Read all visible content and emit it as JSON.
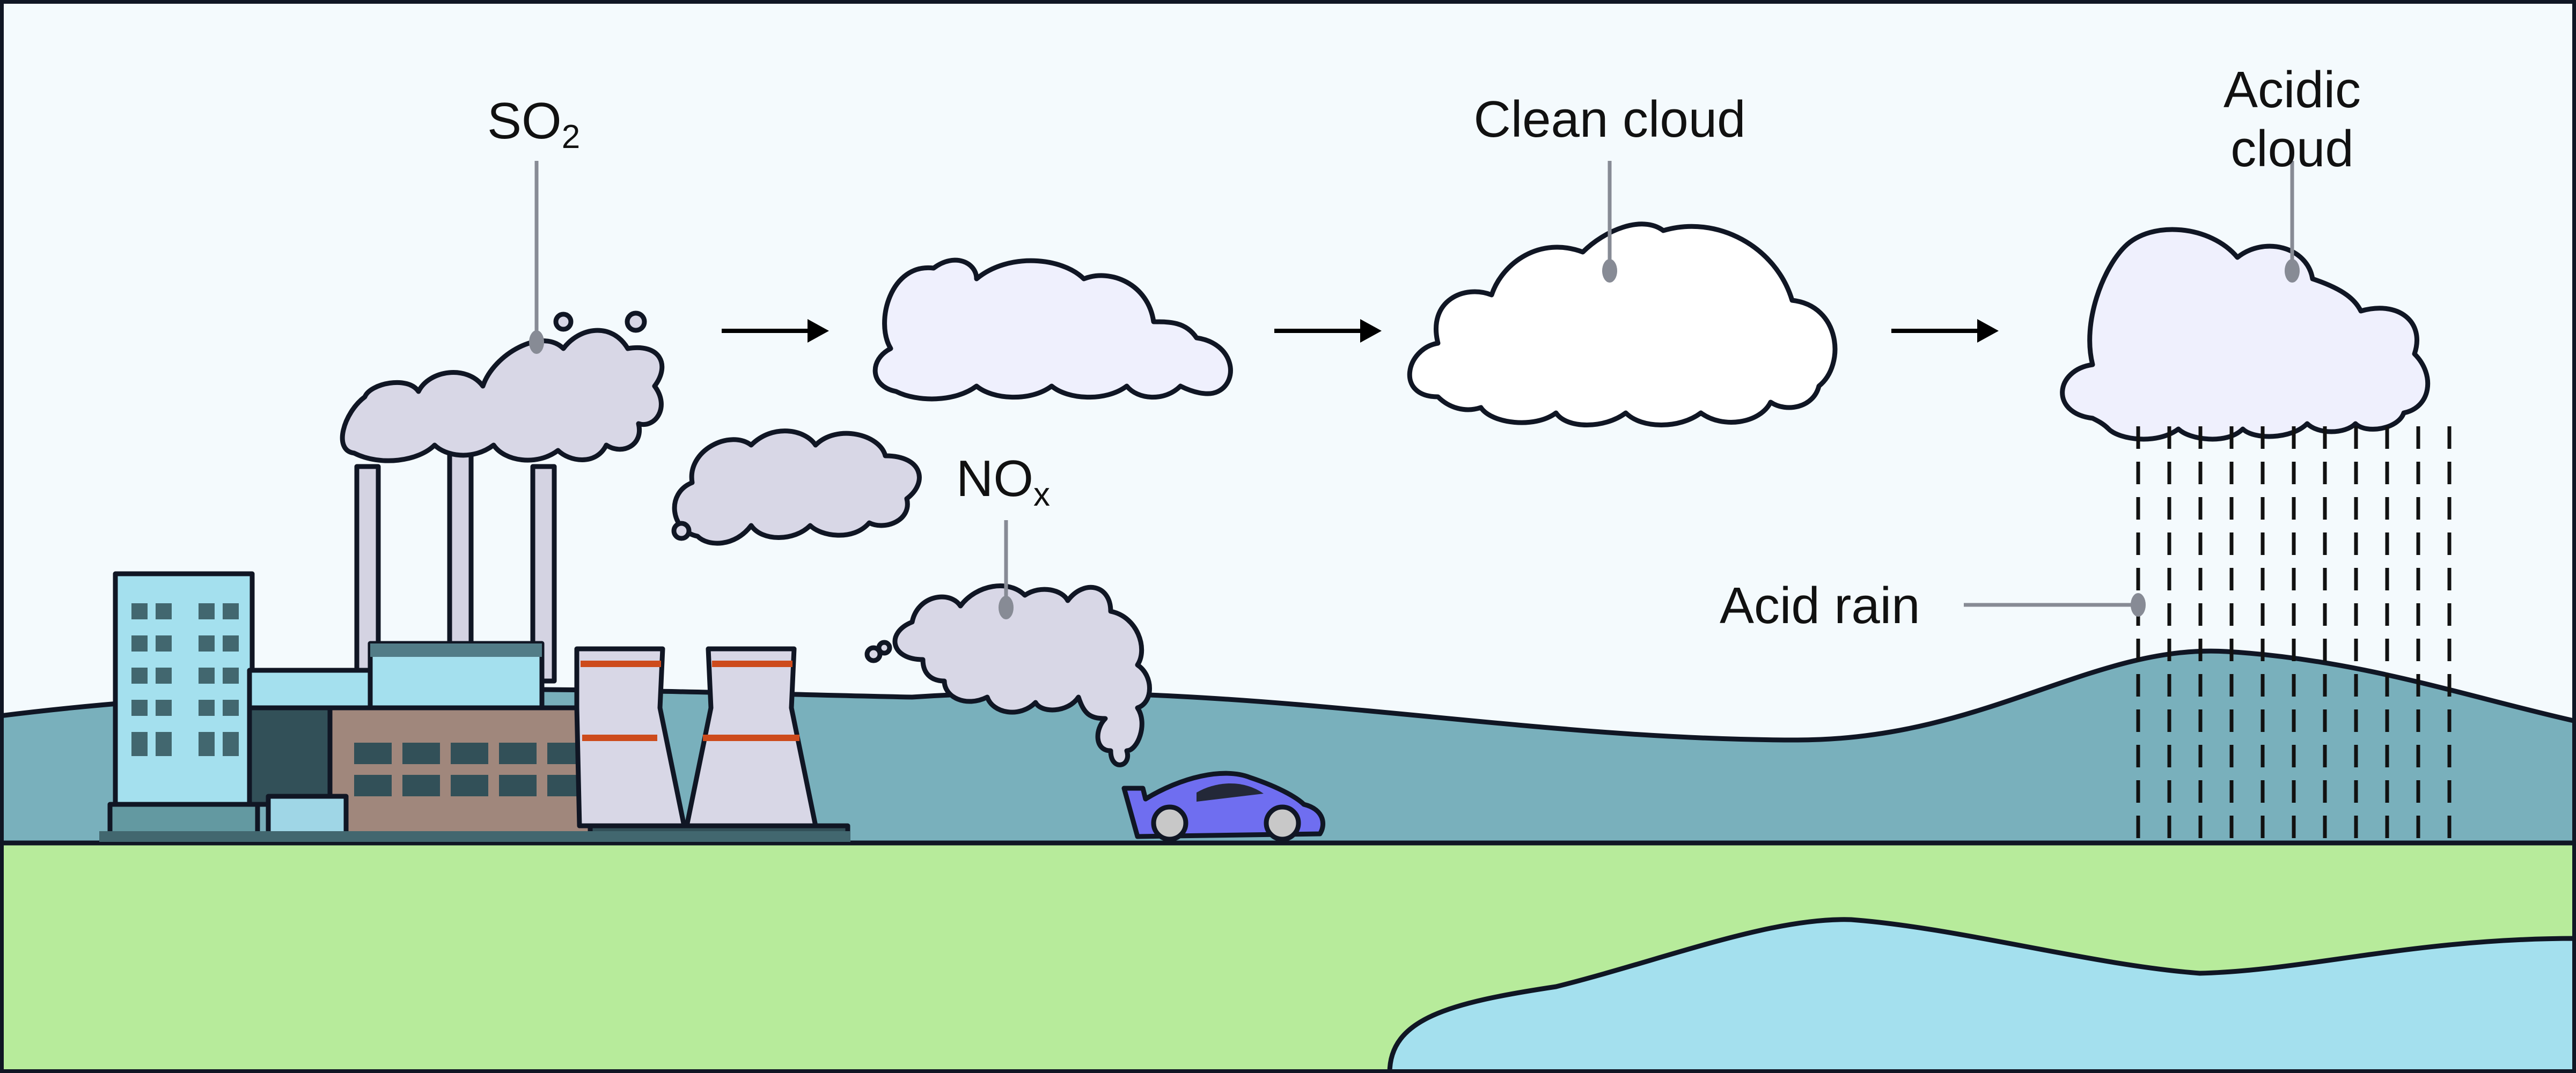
{
  "title": "Acid rain formation diagram",
  "labels": {
    "so2": {
      "main": "SO",
      "sub": "2"
    },
    "nox": {
      "main": "NO",
      "sub": "x"
    },
    "clean_cloud": "Clean cloud",
    "acidic_cloud_line1": "Acidic",
    "acidic_cloud_line2": "cloud",
    "acid_rain": "Acid rain"
  },
  "flow": [
    "emissions",
    "grey cloud",
    "clean cloud",
    "acidic cloud",
    "acid rain"
  ],
  "colors": {
    "sky": "#f4fafd",
    "hills": "#79b0bc",
    "grass": "#b7eb9b",
    "lake": "#a4e0ee",
    "smoke": "#d8d7e6",
    "clean_cloud": "#ffffff",
    "acidic_cloud": "#eff0fd",
    "car": "#6f6ef0",
    "outline": "#101624",
    "leader": "#878b95"
  }
}
